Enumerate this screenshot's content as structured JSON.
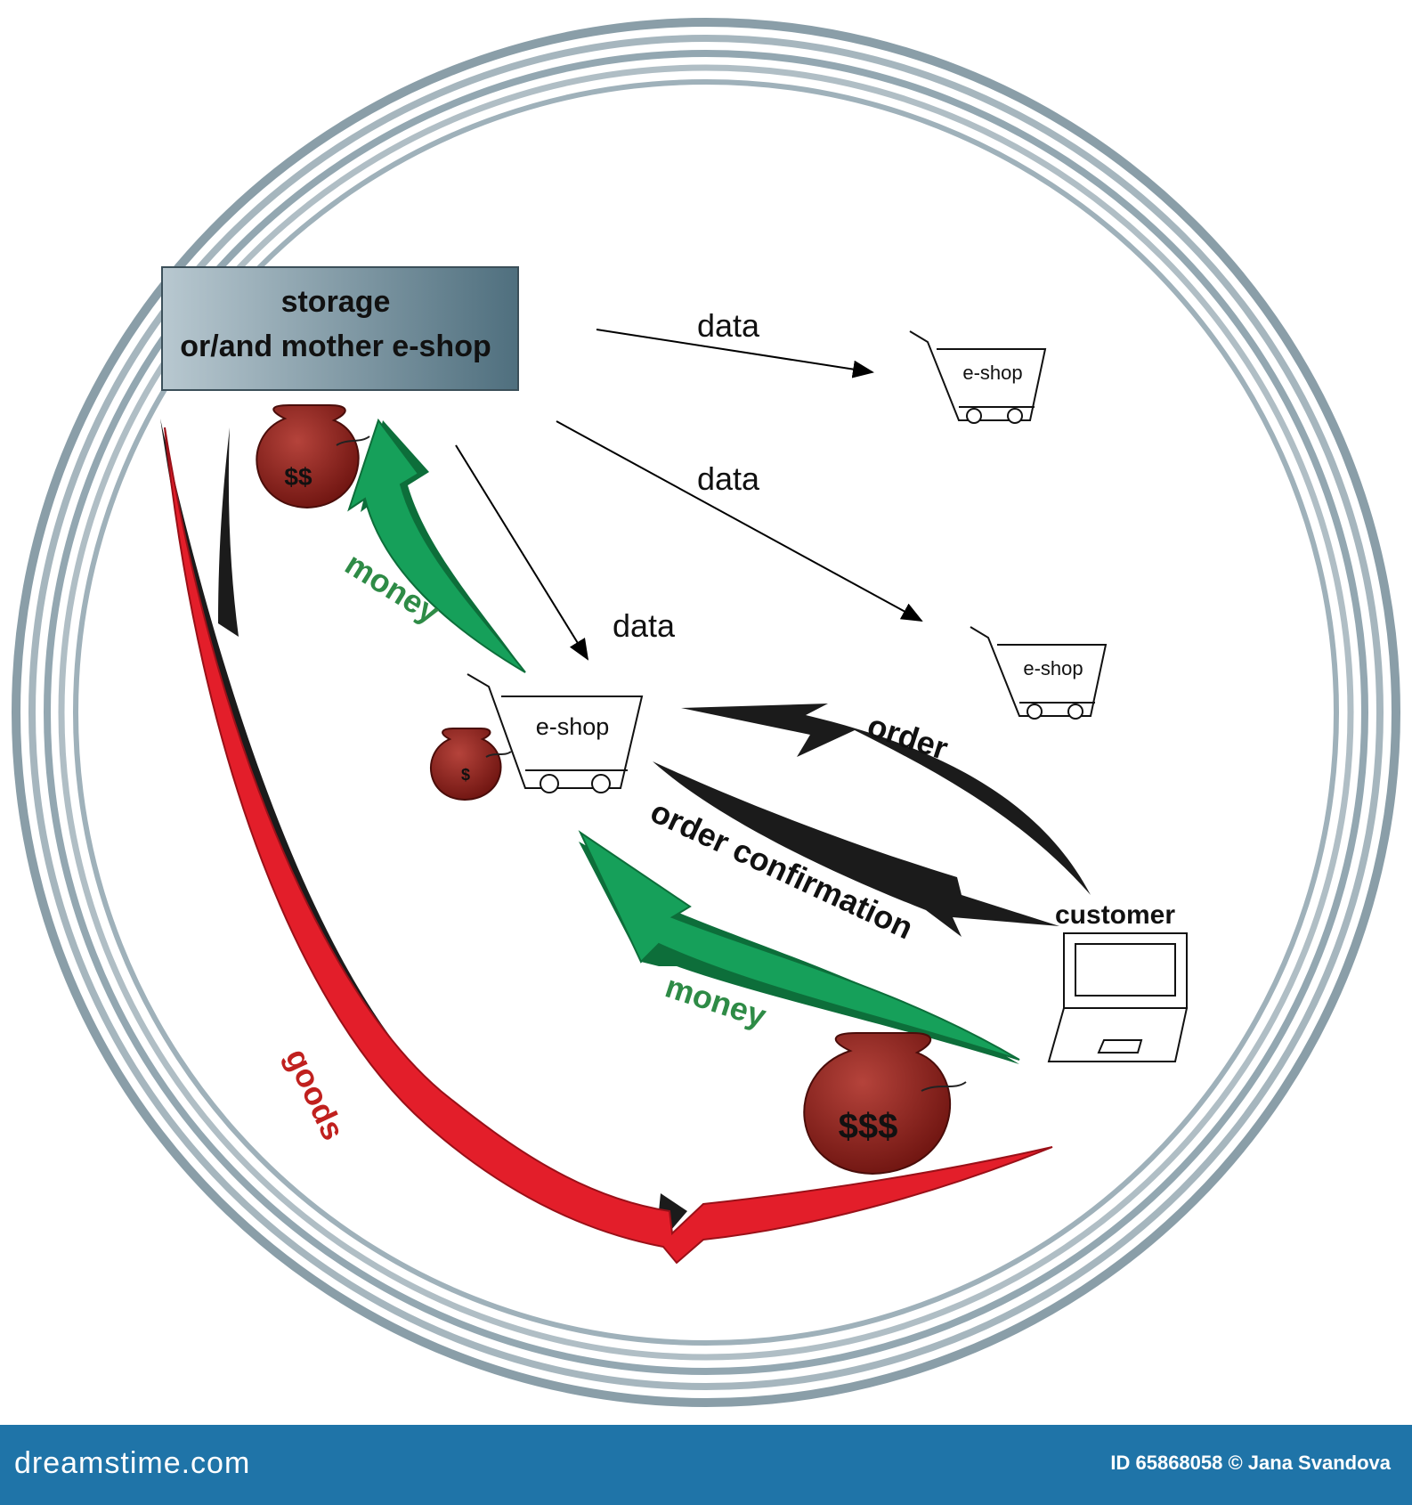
{
  "diagram": {
    "storage_box": {
      "line1": "storage",
      "line2": "or/and mother e-shop"
    },
    "shops": {
      "top": "e-shop",
      "right": "e-shop",
      "center": "e-shop"
    },
    "data_labels": {
      "top": "data",
      "middle": "data",
      "lower": "data"
    },
    "flow_labels": {
      "money_upper": "money",
      "money_lower": "money",
      "order": "order",
      "order_confirmation": "order confirmation",
      "goods": "goods"
    },
    "customer_label": "customer",
    "money_bags": {
      "upper": "$$",
      "small": "$",
      "large": "$$$"
    },
    "colors": {
      "goods": "#e31e2a",
      "money": "#16a05a",
      "order": "#1b1b1b",
      "bag": "#8b1d17",
      "ring": "#8a9ea8",
      "box": "#6e8a98",
      "goods_label": "#c0201e",
      "money_label": "#2e8b46"
    }
  },
  "footer": {
    "brand": "dreamstime.com",
    "credit": "ID 65868058 © Jana Svandova"
  }
}
